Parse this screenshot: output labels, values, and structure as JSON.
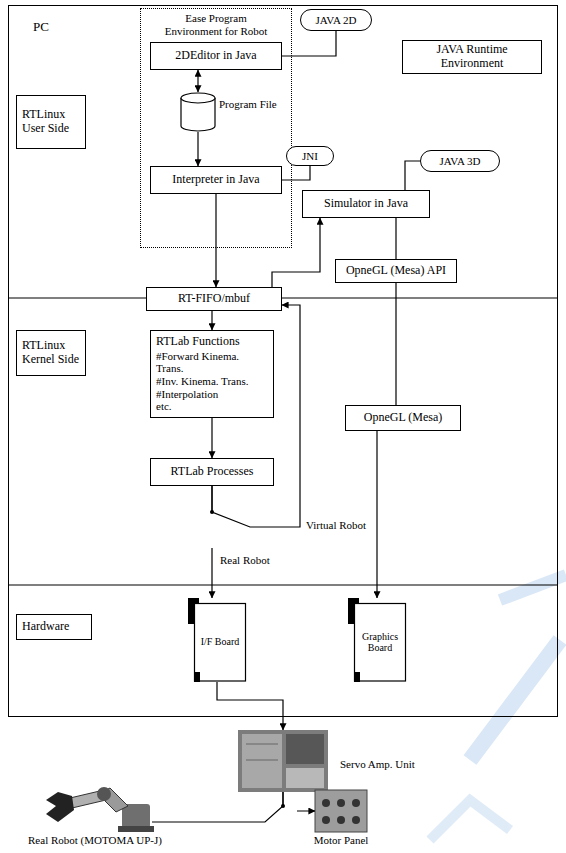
{
  "diagram": {
    "nodes": [
      {
        "text": [
          "PC"
        ]
      },
      {
        "text": [
          "Ease Program Environment for Robot"
        ],
        "in": 0
      },
      {
        "text": [
          "2DEditor in Java"
        ],
        "in": 1
      },
      {
        "text": [
          "Program File"
        ],
        "in": 1
      },
      {
        "text": [
          "Interpreter in Java"
        ],
        "in": 1
      },
      {
        "text": [
          "JAVA 2D"
        ],
        "in": 0
      },
      {
        "text": [
          "JAVA Runtime Environment"
        ],
        "in": 0
      },
      {
        "text": [
          "RTLinux User Side"
        ],
        "in": 0
      },
      {
        "text": [
          "JNI"
        ],
        "in": 0
      },
      {
        "text": [
          "JAVA 3D"
        ],
        "in": 0
      },
      {
        "text": [
          "Simulator in Java"
        ],
        "in": 0
      },
      {
        "text": [
          "RT-FIFO/mbuf"
        ],
        "in": 0
      },
      {
        "text": [
          "OpneGL (Mesa) API"
        ],
        "in": 0
      },
      {
        "text": [
          "RTLinux Kernel Side"
        ],
        "in": 0
      },
      {
        "text": [
          "RTLab Functions",
          "#Forward Kinema. Trans.",
          "#Inv. Kinema. Trans.",
          "#Interpolation",
          "etc."
        ],
        "in": 0
      },
      {
        "text": [
          "OpneGL (Mesa)"
        ],
        "in": 0
      },
      {
        "text": [
          "RTLab Processes"
        ],
        "in": 0
      },
      {
        "text": [
          "Hardware"
        ],
        "in": 0
      },
      {
        "text": [
          "I/F Board"
        ],
        "in": 0
      },
      {
        "text": [
          "Graphics Board"
        ],
        "in": 0
      },
      {
        "text": [
          "Servo Amp. Unit"
        ]
      },
      {
        "text": [
          "Real Robot (MOTOMA UP-J)"
        ]
      },
      {
        "text": [
          "Motor Panel"
        ]
      }
    ],
    "edges": [
      {
        "from": 2,
        "to": 3,
        "arrow": "both"
      },
      {
        "from": 5,
        "to": 2,
        "arrow": "none"
      },
      {
        "from": 3,
        "to": 4,
        "arrow": "to"
      },
      {
        "from": 8,
        "to": 4,
        "arrow": "none"
      },
      {
        "from": 4,
        "to": 11,
        "arrow": "to"
      },
      {
        "from": 11,
        "to": 14,
        "arrow": "to"
      },
      {
        "from": 14,
        "to": 16,
        "arrow": "to"
      },
      {
        "from": 16,
        "to": 11,
        "arrow": "to"
      },
      {
        "from": 11,
        "to": 10,
        "arrow": "to"
      },
      {
        "from": 16,
        "to": 18,
        "arrow": "to"
      },
      {
        "from": 9,
        "to": 10,
        "arrow": "none"
      },
      {
        "from": 10,
        "to": 12,
        "arrow": "none"
      },
      {
        "from": 12,
        "to": 15,
        "arrow": "none"
      },
      {
        "from": 15,
        "to": 19,
        "arrow": "to"
      },
      {
        "from": 18,
        "to": 20,
        "arrow": "to"
      },
      {
        "from": 20,
        "to": 21,
        "arrow": "none"
      },
      {
        "from": 20,
        "to": 22,
        "arrow": "to"
      }
    ],
    "labels": [
      "Virtual Robot",
      "Real Robot"
    ]
  }
}
